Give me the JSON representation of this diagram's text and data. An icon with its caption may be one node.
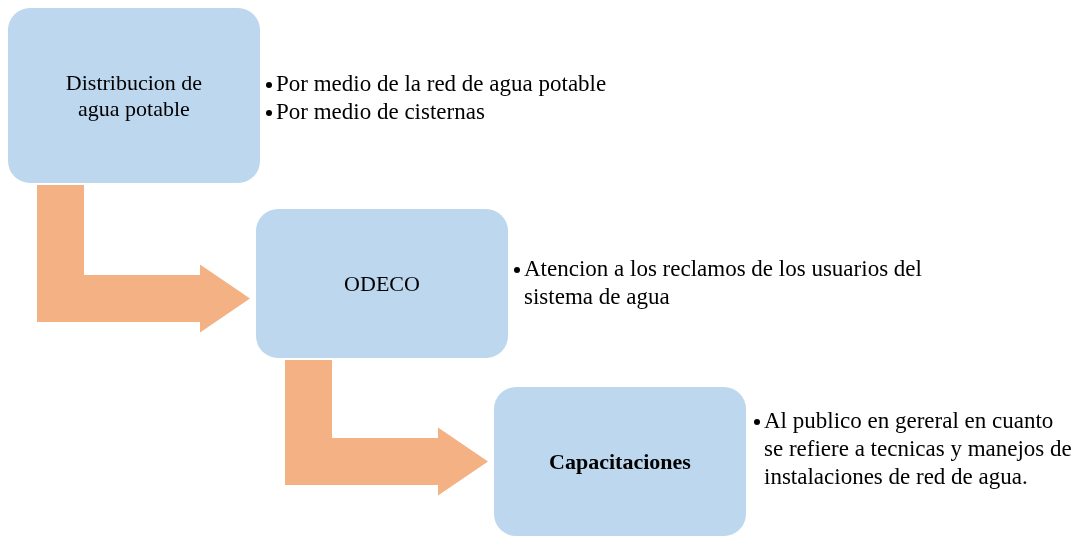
{
  "diagram": {
    "nodes": [
      {
        "text": [
          "Distribucion de agua potable"
        ],
        "beside": [
          "Por medio de la red de agua potable",
          "Por medio de cisternas"
        ]
      },
      {
        "text": [
          "ODECO"
        ],
        "beside": [
          "Atencion a los reclamos de los usuarios del sistema de agua"
        ]
      },
      {
        "text": [
          "Capacitaciones"
        ],
        "beside": [
          "Al publico en gereral en cuanto se refiere a tecnicas y manejos de instalaciones de red de agua."
        ]
      }
    ],
    "edges": [
      {
        "from": 0,
        "to": 1,
        "arrow": "to",
        "style": "thick",
        "color": "#f4b183"
      },
      {
        "from": 1,
        "to": 2,
        "arrow": "to",
        "style": "thick",
        "color": "#f4b183"
      }
    ]
  }
}
